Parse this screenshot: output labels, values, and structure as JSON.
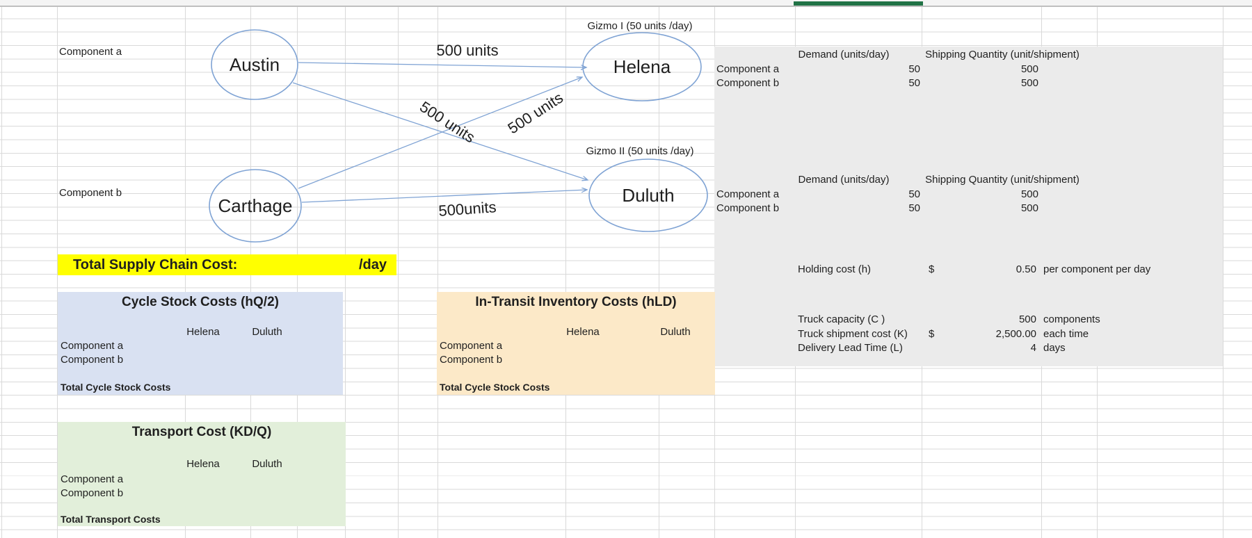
{
  "spreadsheet": {
    "selection_bar_color": "#217346",
    "gridline_color": "#d9d9d9",
    "panel_bg": "#ebebeb"
  },
  "diagram": {
    "component_a_label": "Component a",
    "component_b_label": "Component b",
    "shape_color": "#7fa3d4",
    "nodes": [
      {
        "name": "Austin"
      },
      {
        "name": "Carthage"
      },
      {
        "name": "Helena",
        "caption": "Gizmo I (50 units /day)"
      },
      {
        "name": "Duluth",
        "caption": "Gizmo II (50 units /day)"
      }
    ],
    "flows": [
      {
        "from": "Austin",
        "to": "Helena",
        "label": "500 units"
      },
      {
        "from": "Austin",
        "to": "Duluth",
        "label": "500 units"
      },
      {
        "from": "Carthage",
        "to": "Helena",
        "label": "500 units"
      },
      {
        "from": "Carthage",
        "to": "Duluth",
        "label": "500units"
      }
    ]
  },
  "demand_tables": [
    {
      "product": "Gizmo I",
      "headers": {
        "demand": "Demand (units/day)",
        "shipping": "Shipping Quantity (unit/shipment)"
      },
      "rows": [
        {
          "label": "Component a",
          "demand": "50",
          "shipping": "500"
        },
        {
          "label": "Component b",
          "demand": "50",
          "shipping": "500"
        }
      ]
    },
    {
      "product": "Gizmo II",
      "headers": {
        "demand": "Demand (units/day)",
        "shipping": "Shipping Quantity (unit/shipment)"
      },
      "rows": [
        {
          "label": "Component a",
          "demand": "50",
          "shipping": "500"
        },
        {
          "label": "Component b",
          "demand": "50",
          "shipping": "500"
        }
      ]
    }
  ],
  "parameters": {
    "holding_cost": {
      "label": "Holding cost (h)",
      "currency": "$",
      "value": "0.50",
      "unit": "per component per day"
    },
    "truck_capacity": {
      "label": "Truck capacity (C )",
      "value": "500",
      "unit": "components"
    },
    "truck_shipment_cost": {
      "label": "Truck shipment cost (K)",
      "currency": "$",
      "value": "2,500.00",
      "unit": "each time"
    },
    "delivery_lead_time": {
      "label": "Delivery Lead Time (L)",
      "value": "4",
      "unit": "days"
    }
  },
  "total_banner": {
    "label": "Total Supply Chain Cost:",
    "suffix": "/day",
    "bg": "#ffff00"
  },
  "cost_boxes": [
    {
      "title": "Cycle Stock Costs (hQ/2)",
      "bg": "#d9e1f2",
      "col_headers": [
        "Helena",
        "Duluth"
      ],
      "row_labels": [
        "Component a",
        "Component b"
      ],
      "total_label": "Total Cycle Stock Costs"
    },
    {
      "title": "In-Transit Inventory Costs (hLD)",
      "bg": "#fce9c8",
      "col_headers": [
        "Helena",
        "Duluth"
      ],
      "row_labels": [
        "Component a",
        "Component b"
      ],
      "total_label": "Total Cycle Stock Costs"
    },
    {
      "title": "Transport Cost (KD/Q)",
      "bg": "#e2efda",
      "col_headers": [
        "Helena",
        "Duluth"
      ],
      "row_labels": [
        "Component a",
        "Component b"
      ],
      "total_label": "Total Transport Costs"
    }
  ]
}
